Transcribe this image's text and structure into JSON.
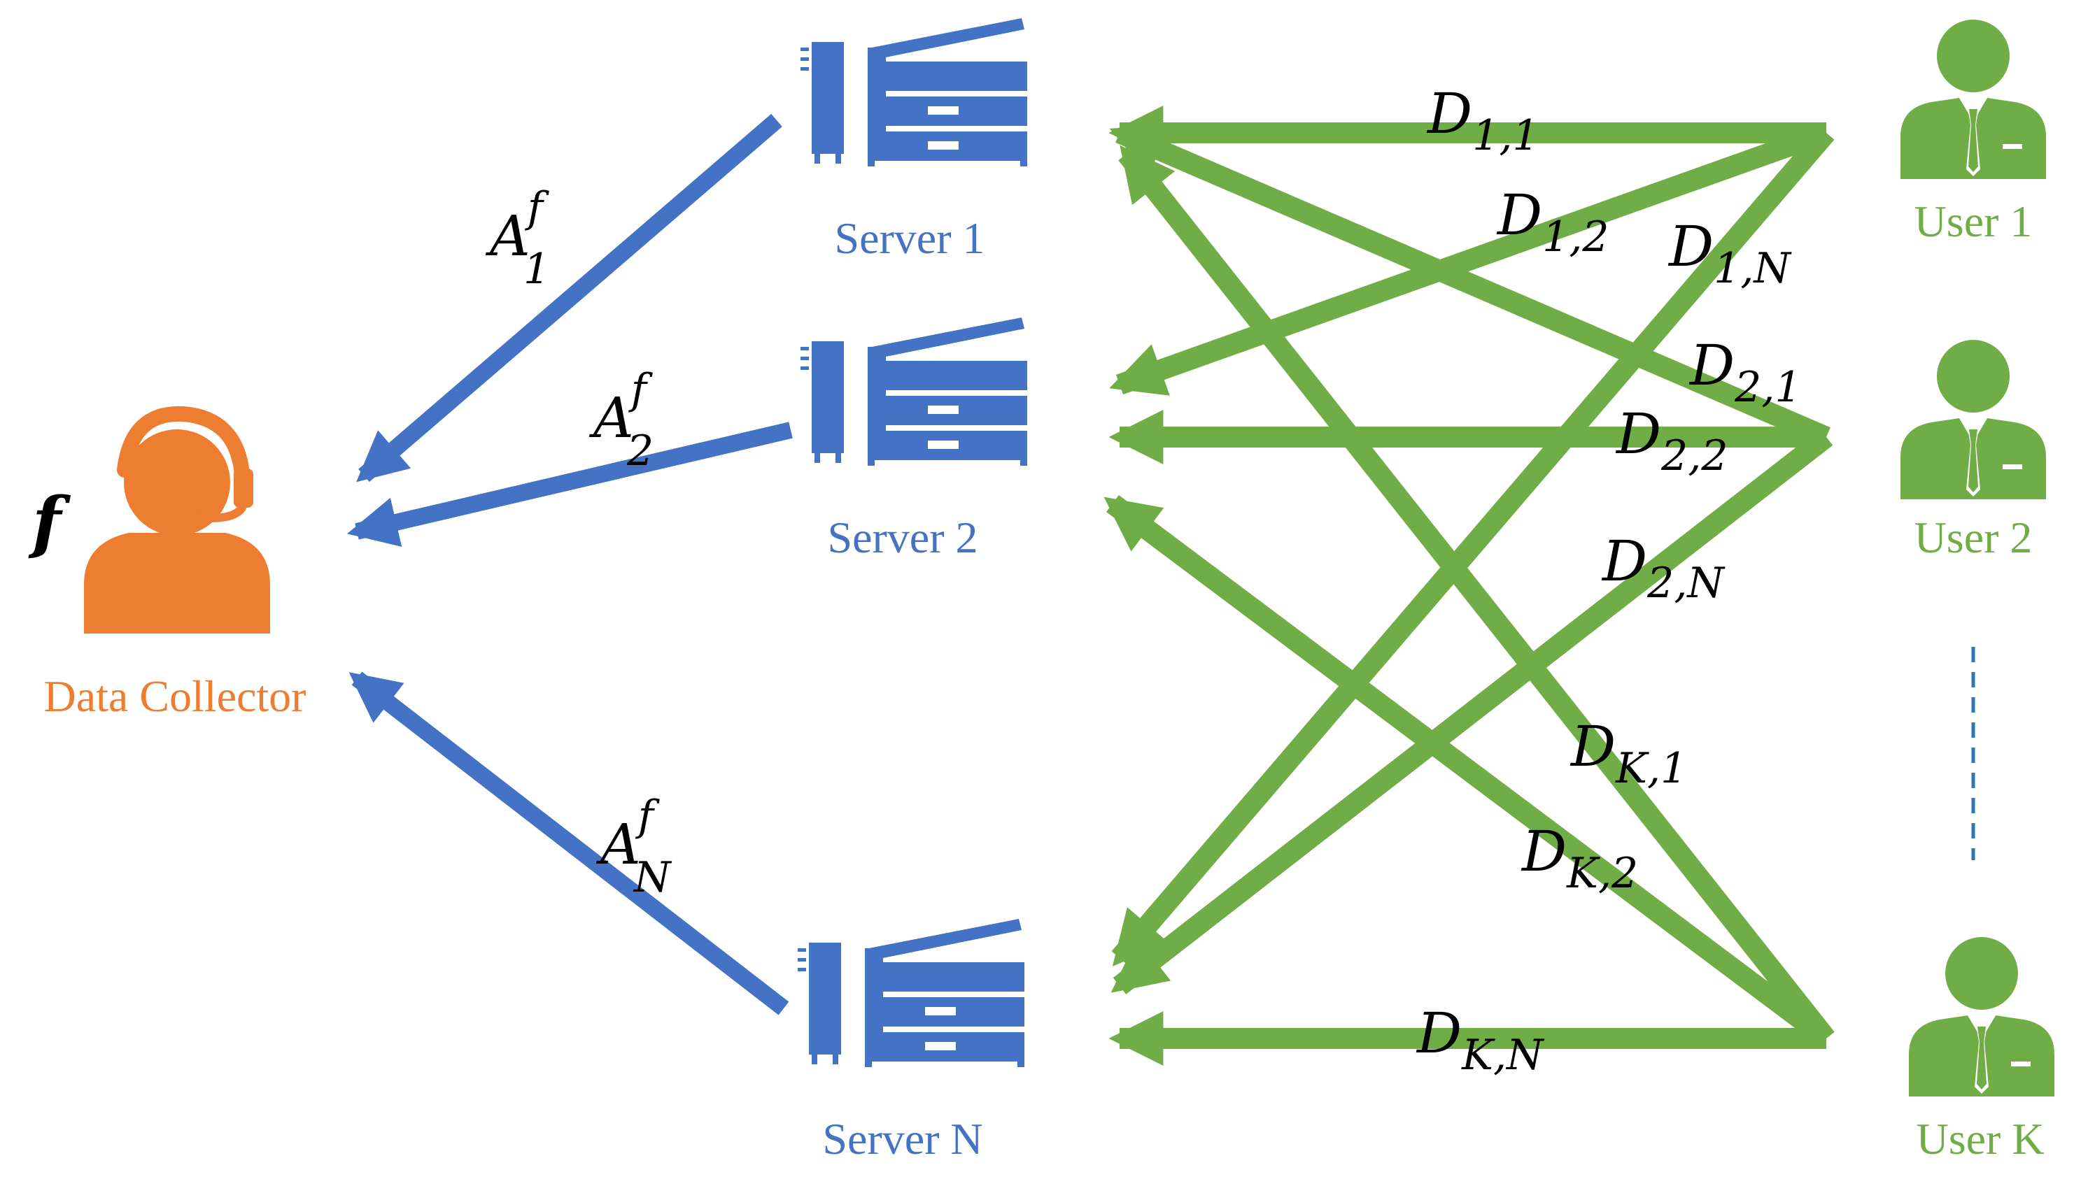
{
  "colors": {
    "collector": "#ED7D31",
    "server": "#4472C4",
    "user": "#70AD47",
    "link": "#70AD47",
    "answer": "#4472C4",
    "text": "#000000"
  },
  "collector": {
    "label": "Data Collector",
    "function_symbol": "f",
    "icon": "headset-person-icon"
  },
  "servers": [
    {
      "label": "Server 1",
      "icon": "server-copier-icon"
    },
    {
      "label": "Server 2",
      "icon": "server-copier-icon"
    },
    {
      "label": "Server N",
      "icon": "server-copier-icon"
    }
  ],
  "users": [
    {
      "label": "User 1",
      "icon": "user-tie-icon"
    },
    {
      "label": "User 2",
      "icon": "user-tie-icon"
    },
    {
      "label": "User K",
      "icon": "user-tie-icon"
    }
  ],
  "answers": [
    {
      "base": "A",
      "sub": "1",
      "sup": "f"
    },
    {
      "base": "A",
      "sub": "2",
      "sup": "f"
    },
    {
      "base": "A",
      "sub": "N",
      "sup": "f"
    }
  ],
  "links": [
    {
      "base": "D",
      "sub": "1,1"
    },
    {
      "base": "D",
      "sub": "1,2"
    },
    {
      "base": "D",
      "sub": "1,N"
    },
    {
      "base": "D",
      "sub": "2,1"
    },
    {
      "base": "D",
      "sub": "2,2"
    },
    {
      "base": "D",
      "sub": "2,N"
    },
    {
      "base": "D",
      "sub": "K,1"
    },
    {
      "base": "D",
      "sub": "K,2"
    },
    {
      "base": "D",
      "sub": "K,N"
    }
  ]
}
